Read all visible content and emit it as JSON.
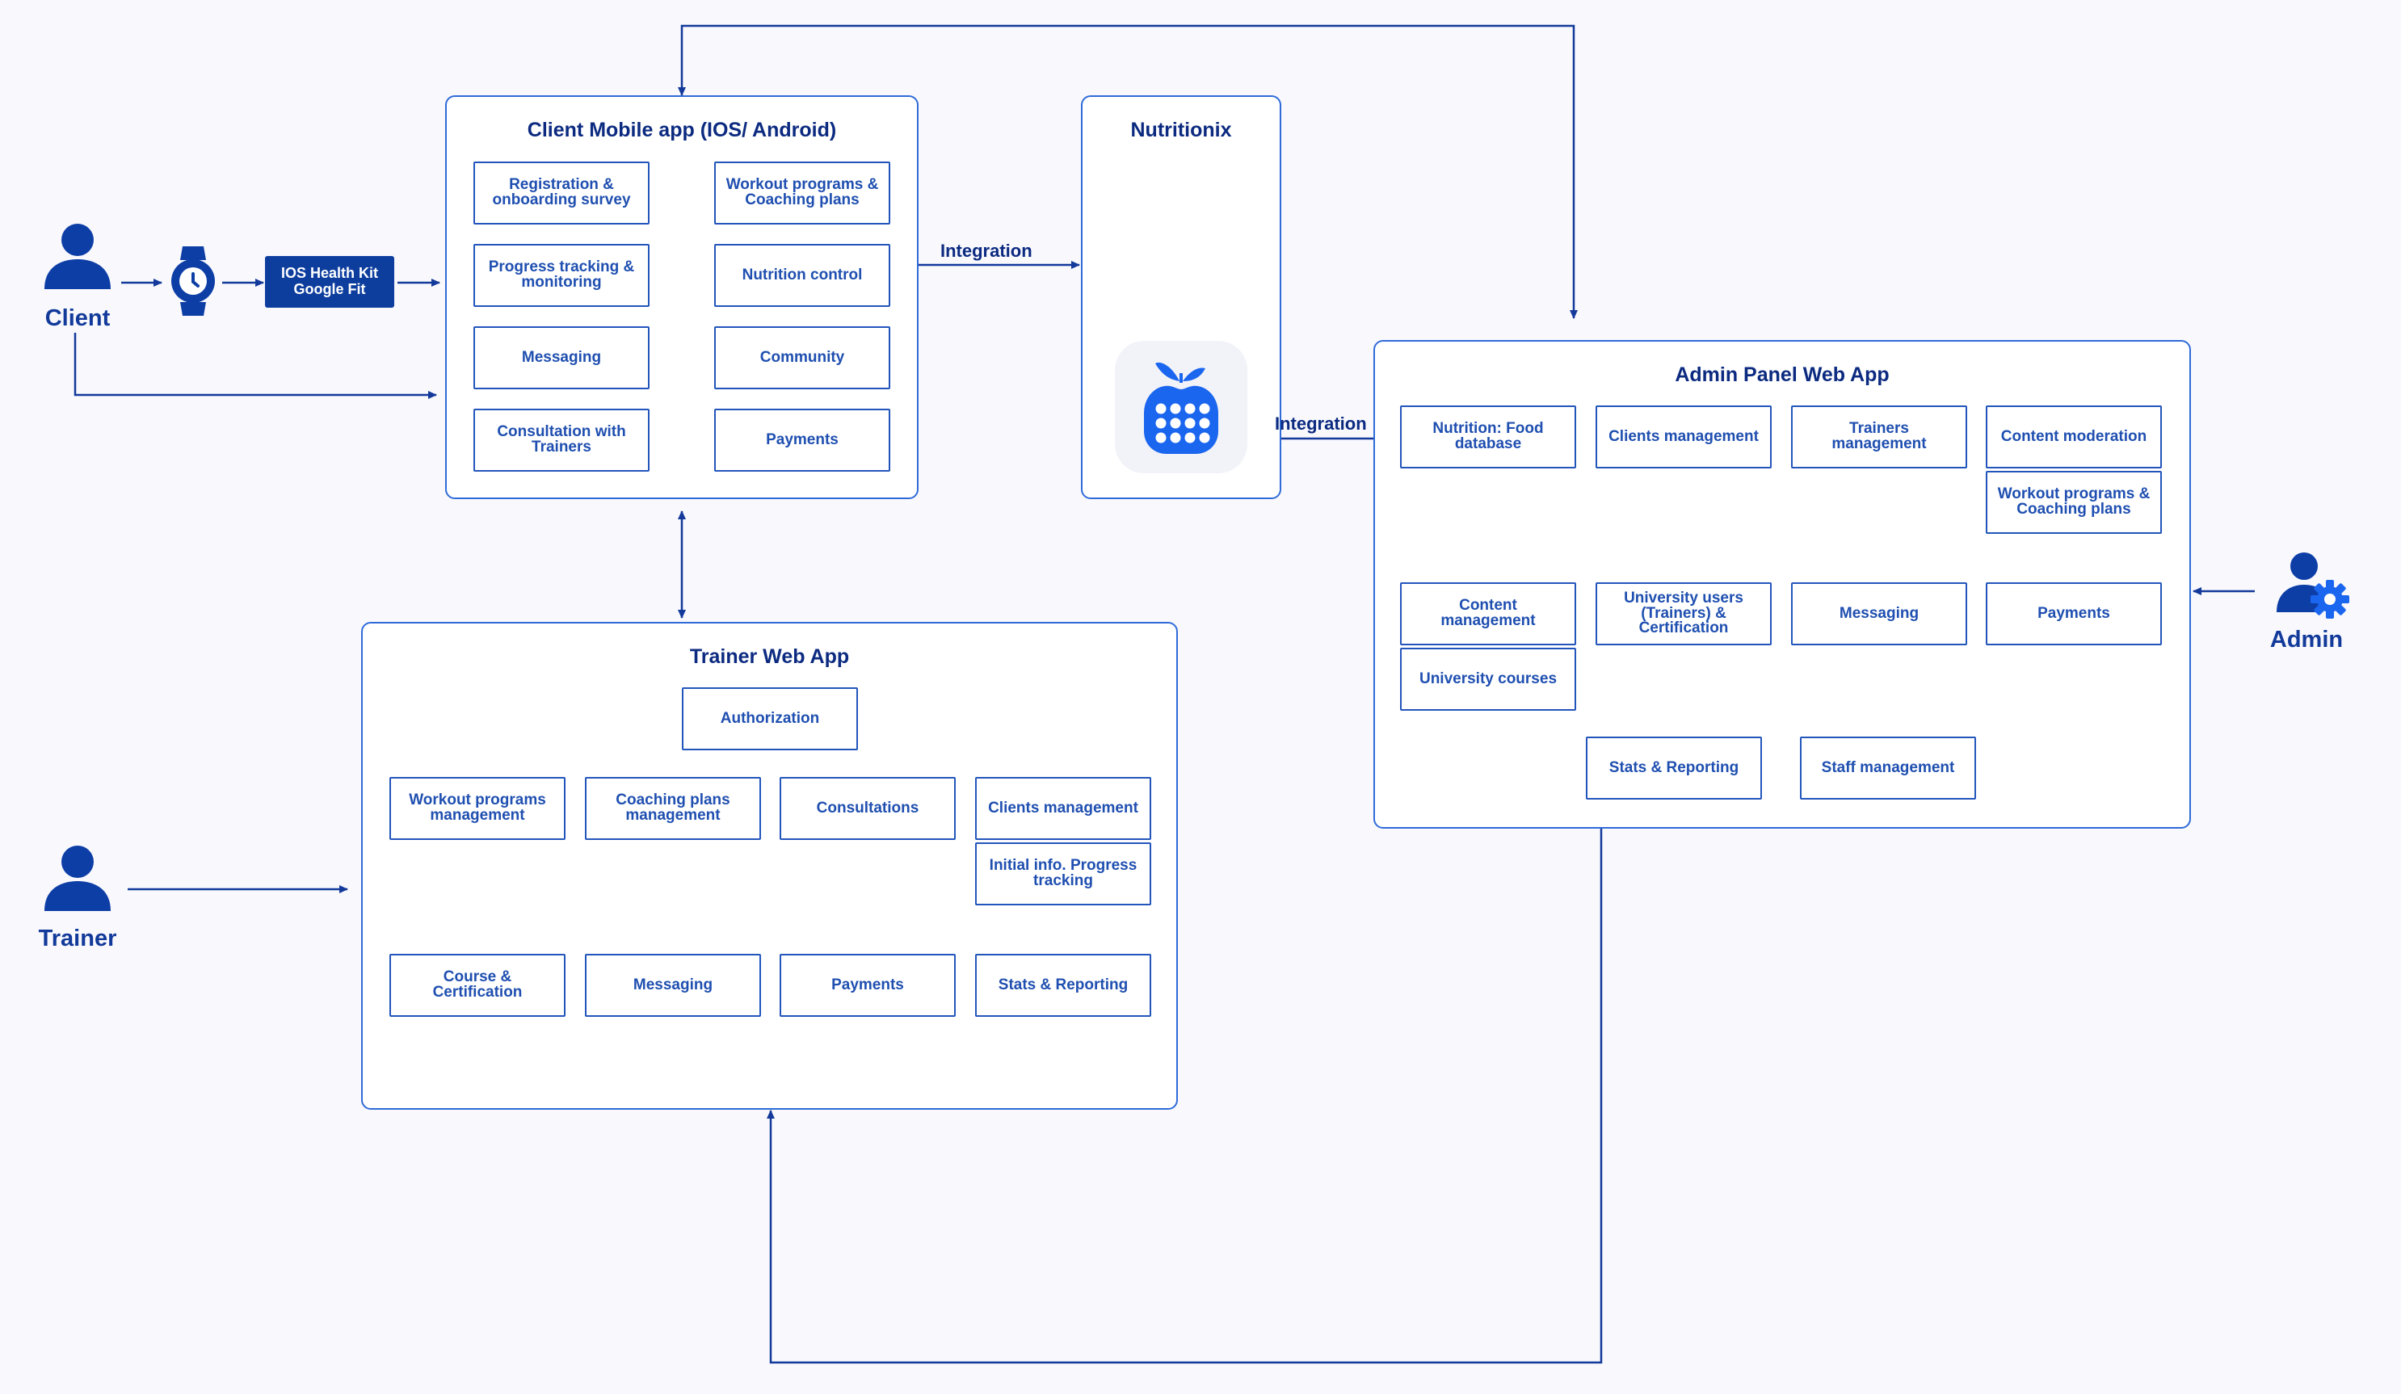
{
  "colors": {
    "accent": "#2f6bd8",
    "dark": "#0b2a80",
    "connector": "#13399a",
    "background": "#f8f8fd"
  },
  "actors": {
    "client": {
      "label": "Client",
      "icon": "user-icon"
    },
    "trainer": {
      "label": "Trainer",
      "icon": "user-icon"
    },
    "admin": {
      "label": "Admin",
      "icon": "user-gear-icon"
    }
  },
  "health_kit": {
    "line1": "IOS Health Kit",
    "line2": "Google Fit",
    "device_icon": "smartwatch-icon"
  },
  "edges": {
    "integration_1": "Integration",
    "integration_2": "Integration"
  },
  "client_app": {
    "title": "Client Mobile app (IOS/ Android)",
    "modules": [
      "Registration & onboarding survey",
      "Workout programs & Coaching plans",
      "Progress tracking & monitoring",
      "Nutrition control",
      "Messaging",
      "Community",
      "Consultation with Trainers",
      "Payments"
    ]
  },
  "nutritionix": {
    "title": "Nutritionix",
    "logo": "nutritionix-logo-icon"
  },
  "admin_app": {
    "title": "Admin Panel Web App",
    "modules": [
      "Nutrition: Food database",
      "Clients management",
      "Trainers management",
      "Content moderation",
      "Workout programs & Coaching plans",
      "Content management",
      "University users (Trainers) & Certification",
      "Messaging",
      "Payments",
      "University courses",
      "Stats & Reporting",
      "Staff management"
    ]
  },
  "trainer_app": {
    "title": "Trainer Web App",
    "modules": [
      "Authorization",
      "Workout programs management",
      "Coaching plans management",
      "Consultations",
      "Clients management",
      "Initial info. Progress tracking",
      "Course & Certification",
      "Messaging",
      "Payments",
      "Stats & Reporting"
    ]
  }
}
